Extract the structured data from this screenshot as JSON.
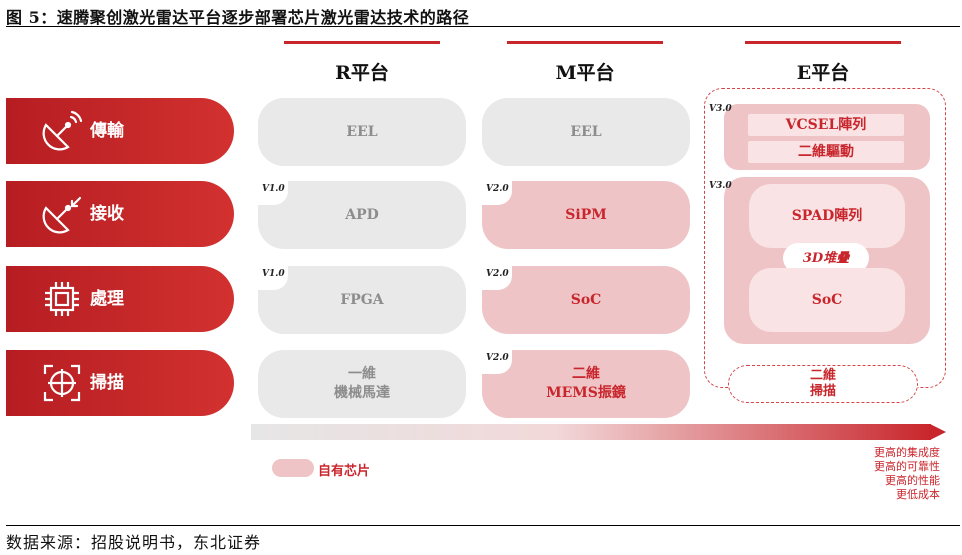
{
  "title": "图 5：速腾聚创激光雷达平台逐步部署芯片激光雷达技术的路径",
  "columns": [
    {
      "label": "R平台"
    },
    {
      "label": "M平台"
    },
    {
      "label": "E平台"
    }
  ],
  "rows": [
    {
      "label": "傳輸",
      "icon": "satellite-dish-transmit-icon"
    },
    {
      "label": "接收",
      "icon": "satellite-dish-receive-icon"
    },
    {
      "label": "處理",
      "icon": "chip-icon"
    },
    {
      "label": "掃描",
      "icon": "target-scan-icon"
    }
  ],
  "r_platform": {
    "transmit": "EEL",
    "receive": "APD",
    "receive_ver": "V1.0",
    "process": "FPGA",
    "process_ver": "V1.0",
    "scan_line1": "一維",
    "scan_line2": "機械馬達"
  },
  "m_platform": {
    "transmit": "EEL",
    "receive": "SiPM",
    "receive_ver": "V2.0",
    "process": "SoC",
    "process_ver": "V2.0",
    "scan_line1": "二維",
    "scan_line2": "MEMS振鏡",
    "scan_ver": "V2.0"
  },
  "e_platform": {
    "transmit_ver": "V3.0",
    "transmit_a": "VCSEL陣列",
    "transmit_b": "二維驅動",
    "stack_ver": "V3.0",
    "receive": "SPAD陣列",
    "stacking": "3D堆疊",
    "process": "SoC",
    "scan_line1": "二維",
    "scan_line2": "掃描"
  },
  "legend": {
    "label": "自有芯片",
    "color": "#efc4c6"
  },
  "progress_notes": [
    "更高的集成度",
    "更高的可靠性",
    "更高的性能",
    "更低成本"
  ],
  "source": "数据来源：招股说明书，东北证券",
  "colors": {
    "accent": "#c9262c",
    "grey_pill": "#e9e9e9",
    "own_chip": "#efc4c6"
  }
}
